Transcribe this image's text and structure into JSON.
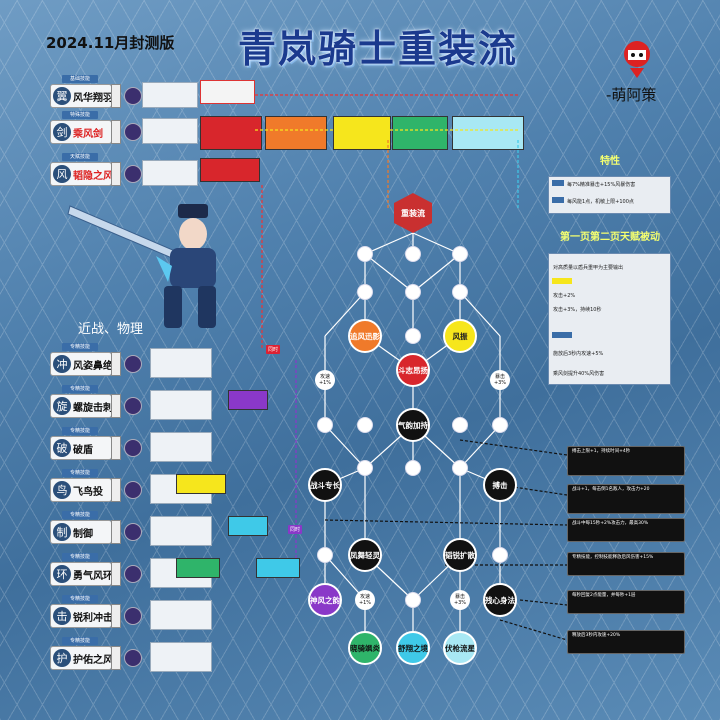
{
  "header": {
    "version": "2024.11月封测版",
    "title": "青岚骑士重装流",
    "author": "-萌阿策",
    "subtitle": "近战、物理"
  },
  "colors": {
    "accent": "#1b3a8e",
    "core": "#c93030",
    "orange": "#f07a2a",
    "yellow": "#f6e61c",
    "purple": "#8a38c8",
    "green": "#2fb46a",
    "cyan": "#3fc9e8",
    "panel_yellow": "#f4ff70"
  },
  "top_skills": [
    {
      "name": "风华翔羽",
      "tag": "基础技能",
      "icon": "wing-icon",
      "red": false
    },
    {
      "name": "乘风剑",
      "tag": "特殊技能",
      "icon": "sword-icon",
      "red": true
    },
    {
      "name": "韬隐之风",
      "tag": "天赋技能",
      "icon": "wind-icon",
      "red": true
    }
  ],
  "combat_skills": [
    {
      "name": "风姿鼻绝",
      "tag": "专精技能",
      "icon": "dash-icon"
    },
    {
      "name": "螺旋击刺",
      "tag": "专精技能",
      "icon": "spiral-icon"
    },
    {
      "name": "破盾",
      "tag": "专精技能",
      "icon": "shield-break-icon"
    },
    {
      "name": "飞鸟投",
      "tag": "专精技能",
      "icon": "bird-icon"
    },
    {
      "name": "制御",
      "tag": "专精技能",
      "icon": "control-icon"
    },
    {
      "name": "勇气风环",
      "tag": "专精技能",
      "icon": "ring-icon"
    },
    {
      "name": "锐利冲击",
      "tag": "专精技能",
      "icon": "impact-icon"
    },
    {
      "name": "护佑之风",
      "tag": "专精技能",
      "icon": "guard-icon"
    }
  ],
  "tree": {
    "core": "重装流",
    "nodes": [
      {
        "label": "追风迅影",
        "color": "#f07a2a",
        "text": "#fff"
      },
      {
        "label": "风振",
        "color": "#f6e61c",
        "text": "#222"
      },
      {
        "label": "斗志昂扬",
        "color": "#d8262c",
        "text": "#fff"
      },
      {
        "label": "气韵加持",
        "color": "#111",
        "text": "#fff"
      },
      {
        "label": "战斗专长",
        "color": "#111",
        "text": "#fff"
      },
      {
        "label": "搏击",
        "color": "#111",
        "text": "#fff"
      },
      {
        "label": "凤舞轻灵",
        "color": "#111",
        "text": "#fff"
      },
      {
        "label": "韬锐扩散",
        "color": "#111",
        "text": "#fff"
      },
      {
        "label": "残心身法",
        "color": "#111",
        "text": "#fff"
      },
      {
        "label": "神风之韵",
        "color": "#8a38c8",
        "text": "#fff"
      },
      {
        "label": "晓骑飒炎",
        "color": "#2fb46a",
        "text": "#111"
      },
      {
        "label": "舒翔之境",
        "color": "#3fc9e8",
        "text": "#111"
      },
      {
        "label": "伏枪流星",
        "color": "#a8e8f4",
        "text": "#111"
      }
    ],
    "minis": [
      "攻速+1%",
      "暴击+3%",
      "攻速+1%",
      "暴击+3%"
    ],
    "tags": [
      "同时",
      "同时"
    ]
  },
  "right_panel": {
    "trait_title": "特性",
    "page_title": "第一页第二页天赋被动",
    "traits": [
      "每7%精准暴击+15%风暴伤害",
      "每风能1点，机敏上限+100点"
    ],
    "notes": [
      "对高质量以盾兵重甲为主要输出",
      "攻击+2%",
      "攻击+3%，持续10秒",
      "施放后3秒内攻速+5%",
      "乘风剑提升40%风伤害"
    ]
  },
  "black_notes": [
    "搏击上限+1，持续时间+4秒",
    "战斗+1，每击倒1名敌人，攻击力+20",
    "战斗中每15秒+2%攻击力，最高30%",
    "专精技能，控制技能释放后风伤害+15%",
    "每秒回复2点能量，并每秒+1层",
    "释放后3秒内攻速+20%"
  ]
}
